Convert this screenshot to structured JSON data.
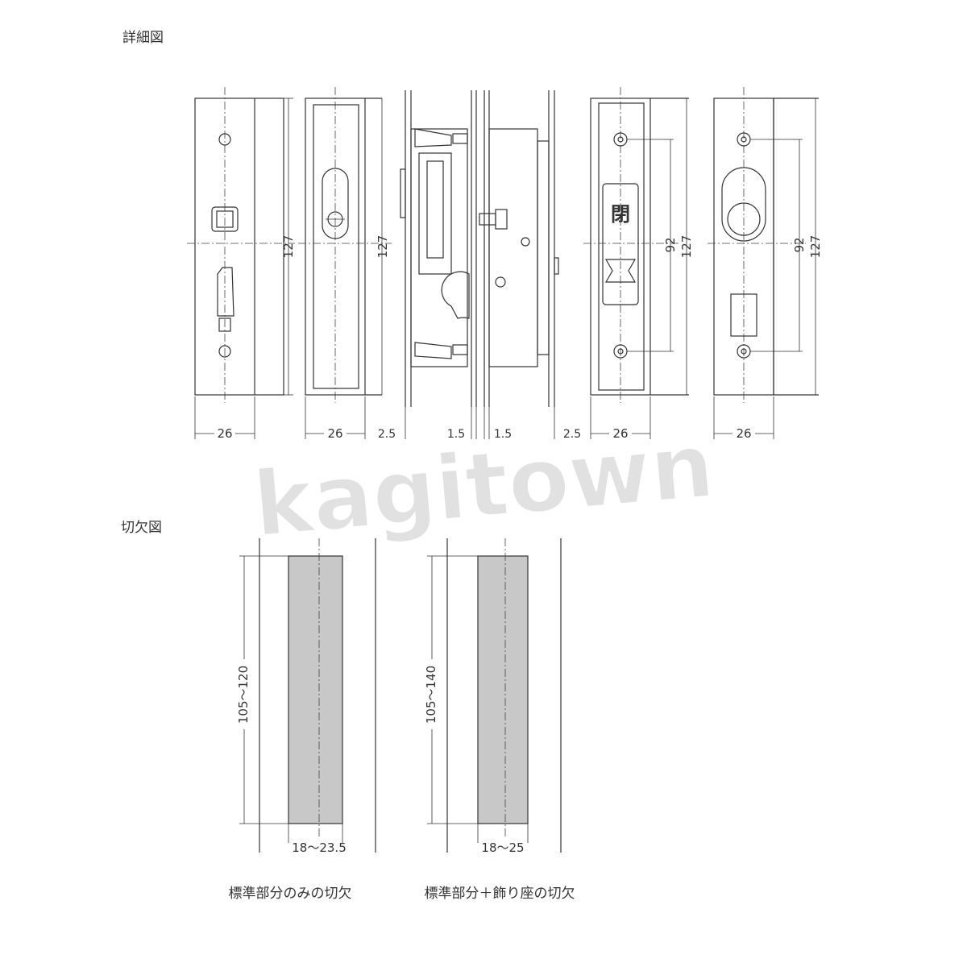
{
  "headings": {
    "detail": "詳細図",
    "cutout": "切欠図"
  },
  "watermark": "kagitown",
  "detail_views": {
    "front_indoor": {
      "height": "127",
      "width": "26"
    },
    "front_cylinder": {
      "height": "127",
      "width": "26",
      "offset": "2.5"
    },
    "side_left": {
      "offset": "1.5"
    },
    "side_right": {
      "offset": "1.5",
      "offset2": "2.5"
    },
    "strike_indicator": {
      "pitch": "92",
      "height": "127",
      "width": "26",
      "indicator_text": "閉"
    },
    "strike_keeper": {
      "pitch": "92",
      "height": "127",
      "width": "26"
    }
  },
  "cutouts": [
    {
      "height_range": "105〜120",
      "width_range": "18〜23.5",
      "caption": "標準部分のみの切欠"
    },
    {
      "height_range": "105〜140",
      "width_range": "18〜25",
      "caption": "標準部分＋飾り座の切欠"
    }
  ],
  "colors": {
    "line": "#333333",
    "cutout_fill": "#c8c8c8",
    "watermark": "#dcdcdc"
  }
}
